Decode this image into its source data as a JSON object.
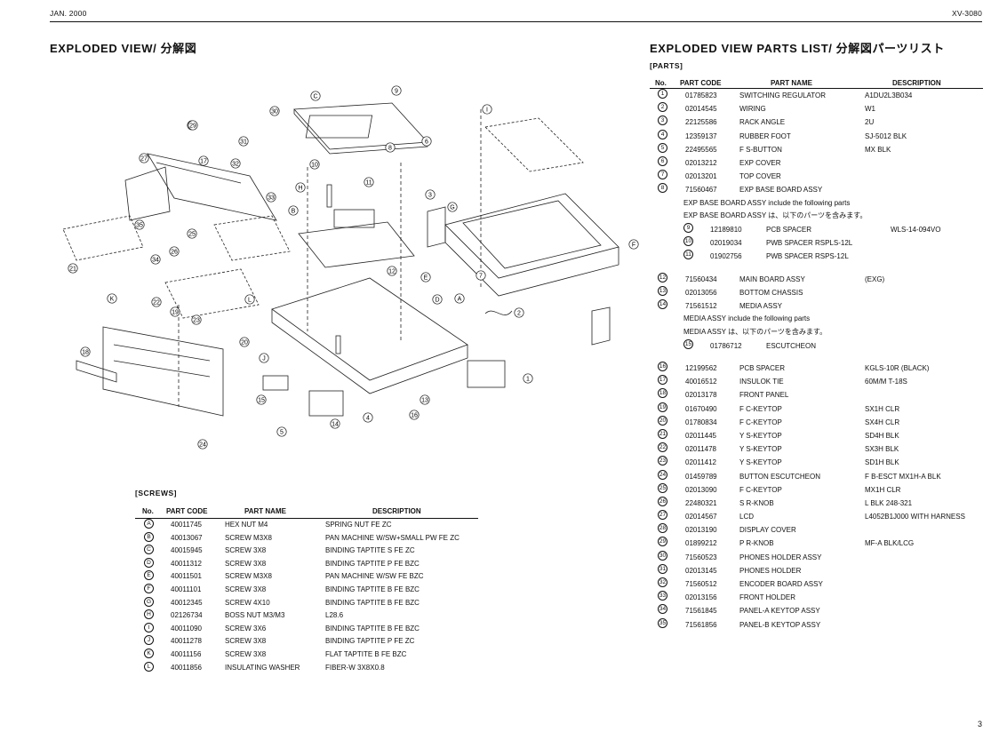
{
  "header": {
    "left": "JAN. 2000",
    "right": "XV-3080"
  },
  "titles": {
    "exploded_view": "EXPLODED VIEW/ 分解図",
    "parts_list": "EXPLODED VIEW PARTS LIST/ 分解図パーツリスト",
    "parts_sub": "[PARTS]",
    "screws_sub": "[SCREWS]"
  },
  "parts_columns": {
    "no": "No.",
    "code": "PART CODE",
    "name": "PART NAME",
    "desc": "DESCRIPTION"
  },
  "parts": [
    {
      "type": "row",
      "no": "1",
      "code": "01785823",
      "name": "SWITCHING REGULATOR",
      "desc": "A1DU2L3B034"
    },
    {
      "type": "row",
      "no": "2",
      "code": "02014545",
      "name": "WIRING",
      "desc": "W1"
    },
    {
      "type": "row",
      "no": "3",
      "code": "22125586",
      "name": "RACK ANGLE",
      "desc": "2U"
    },
    {
      "type": "row",
      "no": "4",
      "code": "12359137",
      "name": "RUBBER FOOT",
      "desc": "SJ-5012 BLK"
    },
    {
      "type": "row",
      "no": "5",
      "code": "22495565",
      "name": "F S-BUTTON",
      "desc": "MX BLK"
    },
    {
      "type": "row",
      "no": "6",
      "code": "02013212",
      "name": "EXP COVER",
      "desc": ""
    },
    {
      "type": "row",
      "no": "7",
      "code": "02013201",
      "name": "TOP COVER",
      "desc": ""
    },
    {
      "type": "row",
      "no": "8",
      "code": "71560467",
      "name": "EXP BASE BOARD ASSY",
      "desc": ""
    },
    {
      "type": "note",
      "text": "EXP BASE BOARD ASSY  include the following parts"
    },
    {
      "type": "note",
      "text": "EXP BASE BOARD ASSY は、以下のパーツを含みます。"
    },
    {
      "type": "sub",
      "no": "9",
      "code": "12189810",
      "name": "PCB SPACER",
      "desc": "WLS-14-094VO"
    },
    {
      "type": "sub",
      "no": "10",
      "code": "02019034",
      "name": "PWB SPACER RSPLS-12L",
      "desc": ""
    },
    {
      "type": "sub",
      "no": "11",
      "code": "01902756",
      "name": "PWB SPACER RSPS-12L",
      "desc": ""
    },
    {
      "type": "spacer"
    },
    {
      "type": "row",
      "no": "12",
      "code": "71560434",
      "name": "MAIN BOARD ASSY",
      "desc": "(EXG)"
    },
    {
      "type": "row",
      "no": "13",
      "code": "02013056",
      "name": "BOTTOM CHASSIS",
      "desc": ""
    },
    {
      "type": "row",
      "no": "14",
      "code": "71561512",
      "name": "MEDIA ASSY",
      "desc": ""
    },
    {
      "type": "note",
      "text": "MEDIA ASSY  include the following parts"
    },
    {
      "type": "note",
      "text": "MEDIA ASSY は、以下のパーツを含みます。"
    },
    {
      "type": "sub",
      "no": "15",
      "code": "01786712",
      "name": "ESCUTCHEON",
      "desc": ""
    },
    {
      "type": "spacer"
    },
    {
      "type": "row",
      "no": "16",
      "code": "12199562",
      "name": "PCB SPACER",
      "desc": "KGLS-10R (BLACK)"
    },
    {
      "type": "row",
      "no": "17",
      "code": "40016512",
      "name": "INSULOK TIE",
      "desc": "60M/M T-18S"
    },
    {
      "type": "row",
      "no": "18",
      "code": "02013178",
      "name": "FRONT PANEL",
      "desc": ""
    },
    {
      "type": "row",
      "no": "19",
      "code": "01670490",
      "name": "F C-KEYTOP",
      "desc": "SX1H CLR"
    },
    {
      "type": "row",
      "no": "20",
      "code": "01780834",
      "name": "F C-KEYTOP",
      "desc": "SX4H CLR"
    },
    {
      "type": "row",
      "no": "21",
      "code": "02011445",
      "name": "Y S-KEYTOP",
      "desc": "SD4H BLK"
    },
    {
      "type": "row",
      "no": "22",
      "code": "02011478",
      "name": "Y S-KEYTOP",
      "desc": "SX3H BLK"
    },
    {
      "type": "row",
      "no": "23",
      "code": "02011412",
      "name": "Y S-KEYTOP",
      "desc": "SD1H BLK"
    },
    {
      "type": "row",
      "no": "24",
      "code": "01459789",
      "name": "BUTTON ESCUTCHEON",
      "desc": "F B-ESCT MX1H-A BLK"
    },
    {
      "type": "row",
      "no": "25",
      "code": "02013090",
      "name": "F C-KEYTOP",
      "desc": "MX1H CLR"
    },
    {
      "type": "row",
      "no": "26",
      "code": "22480321",
      "name": "S R-KNOB",
      "desc": "L BLK 248-321"
    },
    {
      "type": "row",
      "no": "27",
      "code": "02014567",
      "name": "LCD",
      "desc": "L4052B1J000 WITH HARNESS"
    },
    {
      "type": "row",
      "no": "28",
      "code": "02013190",
      "name": "DISPLAY COVER",
      "desc": ""
    },
    {
      "type": "row",
      "no": "29",
      "code": "01899212",
      "name": "P R-KNOB",
      "desc": "MF-A BLK/LCG"
    },
    {
      "type": "row",
      "no": "30",
      "code": "71560523",
      "name": "PHONES HOLDER ASSY",
      "desc": ""
    },
    {
      "type": "row",
      "no": "31",
      "code": "02013145",
      "name": "PHONES HOLDER",
      "desc": ""
    },
    {
      "type": "row",
      "no": "32",
      "code": "71560512",
      "name": "ENCODER BOARD ASSY",
      "desc": ""
    },
    {
      "type": "row",
      "no": "33",
      "code": "02013156",
      "name": "FRONT HOLDER",
      "desc": ""
    },
    {
      "type": "row",
      "no": "34",
      "code": "71561845",
      "name": "PANEL-A KEYTOP ASSY",
      "desc": ""
    },
    {
      "type": "row",
      "no": "35",
      "code": "71561856",
      "name": "PANEL-B KEYTOP ASSY",
      "desc": ""
    }
  ],
  "screws_columns": {
    "no": "No.",
    "code": "PART CODE",
    "name": "PART NAME",
    "desc": "DESCRIPTION"
  },
  "screws": [
    {
      "no": "A",
      "code": "40011745",
      "name": "HEX NUT M4",
      "desc": "SPRING NUT FE ZC"
    },
    {
      "no": "B",
      "code": "40013067",
      "name": "SCREW M3X8",
      "desc": "PAN MACHINE W/SW+SMALL PW FE ZC"
    },
    {
      "no": "C",
      "code": "40015945",
      "name": "SCREW 3X8",
      "desc": "BINDING TAPTITE S FE ZC"
    },
    {
      "no": "D",
      "code": "40011312",
      "name": "SCREW 3X8",
      "desc": "BINDING TAPTITE P FE BZC"
    },
    {
      "no": "E",
      "code": "40011501",
      "name": "SCREW M3X8",
      "desc": "PAN MACHINE W/SW FE BZC"
    },
    {
      "no": "F",
      "code": "40011101",
      "name": "SCREW 3X8",
      "desc": "BINDING TAPTITE B FE BZC"
    },
    {
      "no": "G",
      "code": "40012345",
      "name": "SCREW 4X10",
      "desc": "BINDING TAPTITE B FE BZC"
    },
    {
      "no": "H",
      "code": "02126734",
      "name": "BOSS NUT M3/M3",
      "desc": "L28.6"
    },
    {
      "no": "I",
      "code": "40011090",
      "name": "SCREW 3X6",
      "desc": "BINDING TAPTITE B FE BZC"
    },
    {
      "no": "J",
      "code": "40011278",
      "name": "SCREW 3X8",
      "desc": "BINDING TAPTITE P FE ZC"
    },
    {
      "no": "K",
      "code": "40011156",
      "name": "SCREW 3X8",
      "desc": "FLAT TAPTITE B FE BZC"
    },
    {
      "no": "L",
      "code": "40011856",
      "name": "INSULATING WASHER",
      "desc": "FIBER-W 3X8X0.8"
    }
  ],
  "diagram_labels": [
    "1",
    "2",
    "3",
    "4",
    "5",
    "6",
    "7",
    "8",
    "9",
    "10",
    "11",
    "12",
    "13",
    "14",
    "15",
    "16",
    "17",
    "18",
    "19",
    "20",
    "21",
    "22",
    "23",
    "24",
    "25",
    "26",
    "27",
    "28",
    "29",
    "30",
    "31",
    "32",
    "33",
    "34",
    "35",
    "A",
    "B",
    "C",
    "D",
    "E",
    "F",
    "G",
    "H",
    "I",
    "J",
    "K",
    "L"
  ],
  "page_number": "3"
}
